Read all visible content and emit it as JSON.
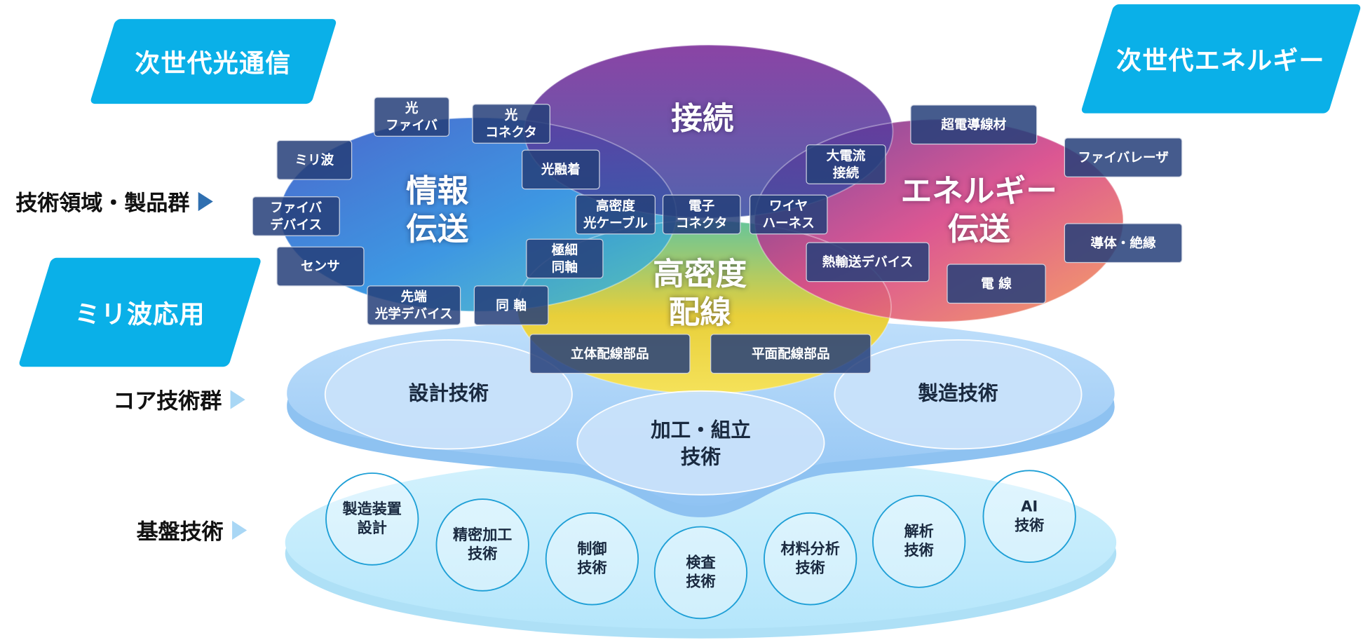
{
  "tags": {
    "optical": "次世代光通信",
    "energy": "次世代エネルギー",
    "mmwave": "ミリ波応用"
  },
  "side_labels": {
    "domains": "技術領域・製品群",
    "core": "コア技術群",
    "foundation": "基盤技術"
  },
  "petals": {
    "info": "情報\n伝送",
    "connect": "接続",
    "energy": "エネルギー\n伝送",
    "density": "高密度\n配線"
  },
  "products": {
    "hikari_fiber": "光\nファイバ",
    "hikari_connector": "光\nコネクタ",
    "mmwave": "ミリ波",
    "fusion": "光融着",
    "fiber_device": "ファイバ\nデバイス",
    "hd_optical_cable": "高密度\n光ケーブル",
    "e_connector": "電子\nコネクタ",
    "wire_harness": "ワイヤ\nハーネス",
    "sensor": "センサ",
    "micro_coax": "極細\n同軸",
    "tip_optical": "先端\n光学デバイス",
    "coax": "同 軸",
    "high_current": "大電流\n接続",
    "superconductor": "超電導線材",
    "fiber_laser": "ファイバレーザ",
    "conductor_insulation": "導体・絶縁",
    "heat_transport": "熱輸送デバイス",
    "electric_wire": "電 線",
    "three_d_wiring": "立体配線部品",
    "planar_wiring": "平面配線部品"
  },
  "core_tech": {
    "design": "設計技術",
    "process": "加工・組立\n技術",
    "manufacturing": "製造技術"
  },
  "foundation_tech": {
    "equipment_design": "製造装置\n設計",
    "precision": "精密加工\n技術",
    "control": "制御\n技術",
    "inspection": "検査\n技術",
    "material_analysis": "材料分析\n技術",
    "analysis": "解析\n技術",
    "ai": "AI\n技術"
  },
  "colors": {
    "tag": "#0ab0e8",
    "product_box": "#26407a",
    "core_layer": "#a6d1f7",
    "foundation_layer": "#c9eefd",
    "foundation_ring": "#1e9fd6"
  }
}
